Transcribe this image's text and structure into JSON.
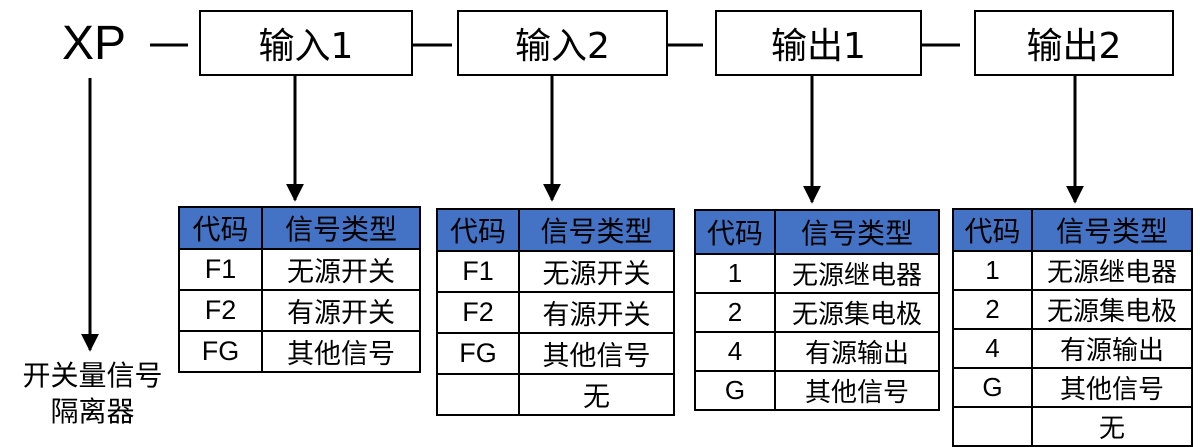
{
  "model": "XP",
  "product_label": [
    "开关量信号",
    "隔离器"
  ],
  "fields": [
    {
      "name": "输入1",
      "table": {
        "headers": [
          "代码",
          "信号类型"
        ],
        "rows": [
          [
            "F1",
            "无源开关"
          ],
          [
            "F2",
            "有源开关"
          ],
          [
            "FG",
            "其他信号"
          ]
        ]
      }
    },
    {
      "name": "输入2",
      "table": {
        "headers": [
          "代码",
          "信号类型"
        ],
        "rows": [
          [
            "F1",
            "无源开关"
          ],
          [
            "F2",
            "有源开关"
          ],
          [
            "FG",
            "其他信号"
          ],
          [
            "",
            "无"
          ]
        ]
      }
    },
    {
      "name": "输出1",
      "table": {
        "headers": [
          "代码",
          "信号类型"
        ],
        "rows": [
          [
            "1",
            "无源继电器"
          ],
          [
            "2",
            "无源集电极"
          ],
          [
            "4",
            "有源输出"
          ],
          [
            "G",
            "其他信号"
          ]
        ]
      }
    },
    {
      "name": "输出2",
      "table": {
        "headers": [
          "代码",
          "信号类型"
        ],
        "rows": [
          [
            "1",
            "无源继电器"
          ],
          [
            "2",
            "无源集电极"
          ],
          [
            "4",
            "有源输出"
          ],
          [
            "G",
            "其他信号"
          ],
          [
            "",
            "无"
          ]
        ]
      }
    }
  ],
  "colors": {
    "header_fill": "#4472c4",
    "line": "#000000"
  }
}
